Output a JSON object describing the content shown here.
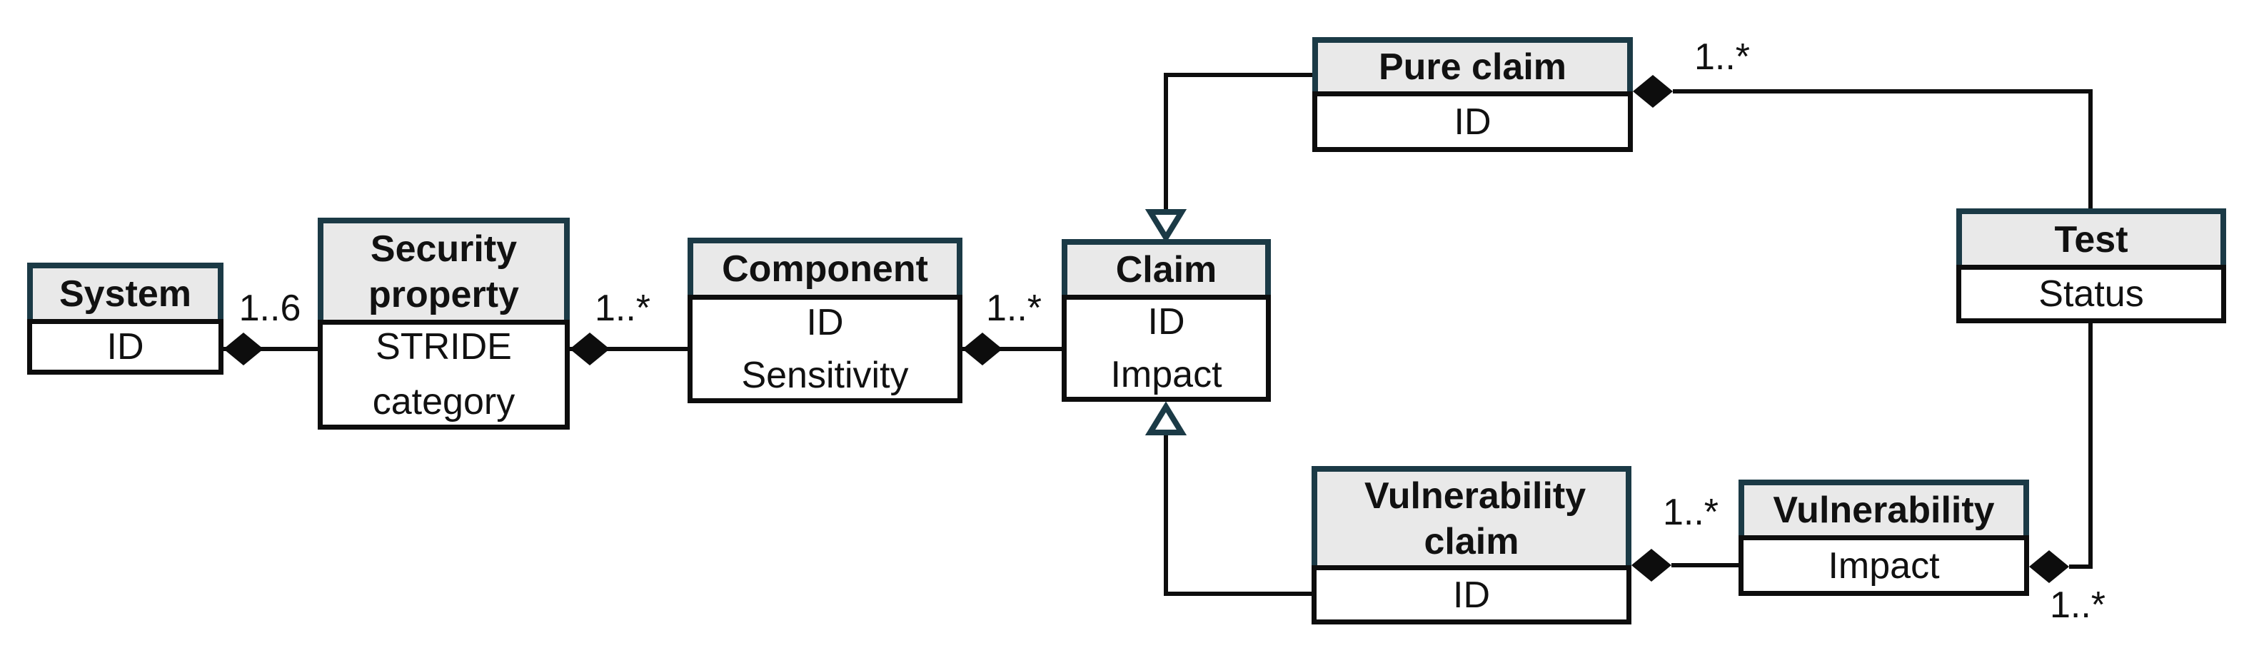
{
  "diagram": {
    "kind": "uml-class-diagram",
    "colors": {
      "background": "#ffffff",
      "header_fill": "#e9e9e9",
      "header_frame": "#1b3a46",
      "body_frame": "#0d0d0d",
      "line": "#0d0d0d",
      "text": "#111111"
    },
    "entities": [
      {
        "name": "System",
        "attributes": [
          "ID"
        ]
      },
      {
        "name": "Security property",
        "attributes": [
          "STRIDE category"
        ]
      },
      {
        "name": "Component",
        "attributes": [
          "ID",
          "Sensitivity"
        ]
      },
      {
        "name": "Claim",
        "attributes": [
          "ID",
          "Impact"
        ]
      },
      {
        "name": "Pure claim",
        "attributes": [
          "ID"
        ]
      },
      {
        "name": "Test",
        "attributes": [
          "Status"
        ]
      },
      {
        "name": "Vulnerability claim",
        "attributes": [
          "ID"
        ]
      },
      {
        "name": "Vulnerability",
        "attributes": [
          "Impact"
        ]
      }
    ],
    "relationships": [
      {
        "from": "System",
        "to": "Security property",
        "type": "composition",
        "multiplicity": "1..6"
      },
      {
        "from": "Security property",
        "to": "Component",
        "type": "composition",
        "multiplicity": "1..*"
      },
      {
        "from": "Component",
        "to": "Claim",
        "type": "composition",
        "multiplicity": "1..*"
      },
      {
        "from": "Pure claim",
        "to": "Claim",
        "type": "generalization",
        "multiplicity": ""
      },
      {
        "from": "Vulnerability claim",
        "to": "Claim",
        "type": "generalization",
        "multiplicity": ""
      },
      {
        "from": "Pure claim",
        "to": "Test",
        "type": "composition",
        "multiplicity": "1..*"
      },
      {
        "from": "Vulnerability claim",
        "to": "Vulnerability",
        "type": "composition",
        "multiplicity": "1..*"
      },
      {
        "from": "Vulnerability",
        "to": "Test",
        "type": "composition",
        "multiplicity": "1..*"
      }
    ]
  }
}
